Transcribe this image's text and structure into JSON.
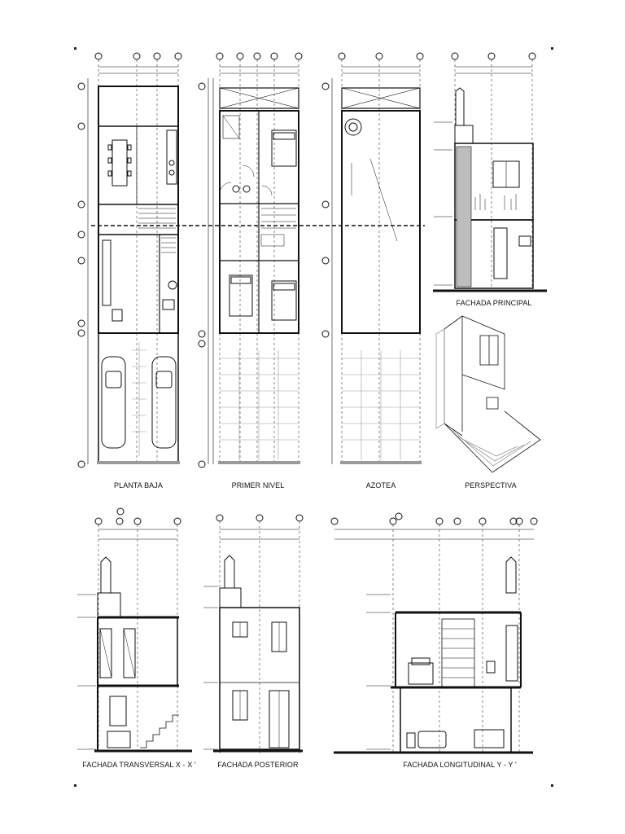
{
  "captions": {
    "planta_baja": "PLANTA BAJA",
    "primer_nivel": "PRIMER NIVEL",
    "azotea": "AZOTEA",
    "perspectiva": "PERSPECTIVA",
    "fachada_principal": "FACHADA PRINCIPAL",
    "fachada_transversal": "FACHADA TRANSVERSAL X - X '",
    "fachada_posterior": "FACHADA POSTERIOR",
    "fachada_longitudinal": "FACHADA LONGITUDINAL Y - Y '"
  },
  "colors": {
    "line": "#111111",
    "hatch": "#9a9a9a",
    "background": "#ffffff"
  }
}
